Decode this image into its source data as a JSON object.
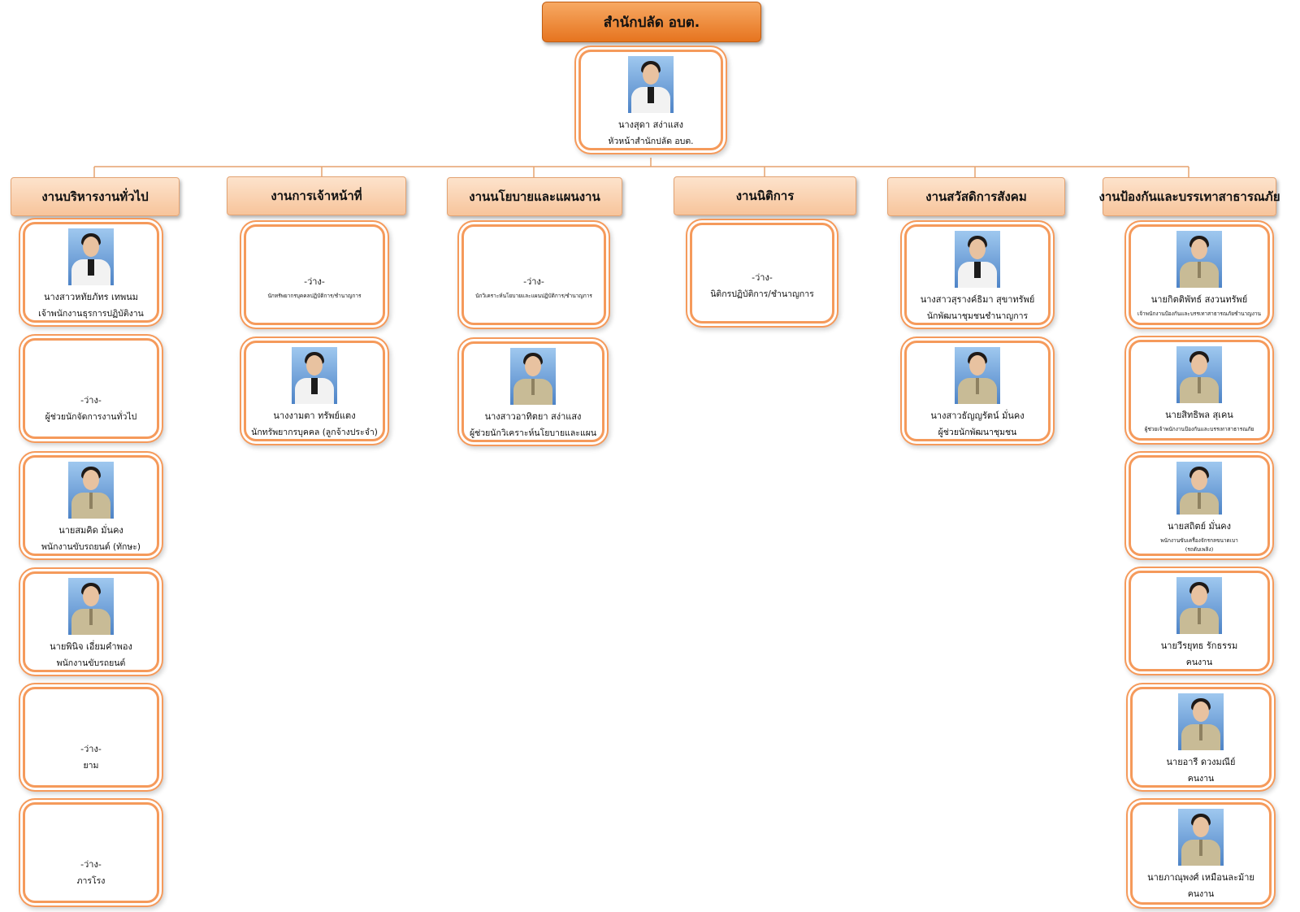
{
  "title": "สำนักปลัด อบต.",
  "head": {
    "name": "นางสุดา สง่าแสง",
    "position": "หัวหน้าสำนักปลัด อบต."
  },
  "departments": [
    {
      "label": "งานบริหารงานทั่วไป",
      "staff": [
        {
          "name": "นางสาวหทัยภัทร เทพนม",
          "position": "เจ้าพนักงานธุรการปฏิบัติงาน"
        },
        {
          "name": "-ว่าง-",
          "position": "ผู้ช่วยนักจัดการงานทั่วไป"
        },
        {
          "name": "นายสมคิด มั่นคง",
          "position": "พนักงานขับรถยนต์ (ทักษะ)"
        },
        {
          "name": "นายพินิจ เอี่ยมคำพอง",
          "position": "พนักงานขับรถยนต์"
        },
        {
          "name": "-ว่าง-",
          "position": "ยาม"
        },
        {
          "name": "-ว่าง-",
          "position": "ภารโรง"
        }
      ]
    },
    {
      "label": "งานการเจ้าหน้าที่",
      "staff": [
        {
          "name": "-ว่าง-",
          "position": "นักทรัพยากรบุคคลปฏิบัติการ/ชำนาญการ"
        },
        {
          "name": "นางงามตา ทรัพย์แตง",
          "position": "นักทรัพยากรบุคคล (ลูกจ้างประจำ)"
        }
      ]
    },
    {
      "label": "งานนโยบายและแผนงาน",
      "staff": [
        {
          "name": "-ว่าง-",
          "position": "นักวิเคราะห์นโยบายและแผนปฏิบัติการ/ชำนาญการ"
        },
        {
          "name": "นางสาวอาทิตยา สง่าแสง",
          "position": "ผู้ช่วยนักวิเคราะห์นโยบายและแผน"
        }
      ]
    },
    {
      "label": "งานนิติการ",
      "staff": [
        {
          "name": "-ว่าง-",
          "position": "นิติกรปฏิบัติการ/ชำนาญการ"
        }
      ]
    },
    {
      "label": "งานสวัสดิการสังคม",
      "staff": [
        {
          "name": "นางสาวสุรางค์ธิมา สุขาทรัพย์",
          "position": "นักพัฒนาชุมชนชำนาญการ"
        },
        {
          "name": "นางสาวธัญญรัตน์ มั่นคง",
          "position": "ผู้ช่วยนักพัฒนาชุมชน"
        }
      ]
    },
    {
      "label": "งานป้องกันและบรรเทาสาธารณภัย",
      "staff": [
        {
          "name": "นายกิตติพัทธ์ สงวนทรัพย์",
          "position": "เจ้าพนักงานป้องกันและบรรเทาสาธารณภัยชำนาญงาน"
        },
        {
          "name": "นายสิทธิพล สุเคน",
          "position": "ผู้ช่วยเจ้าพนักงานป้องกันและบรรเทาสาธารณภัย"
        },
        {
          "name": "นายสถิตย์ มั่นคง",
          "position": "พนักงานขับเครื่องจักรกลขนาดเบา",
          "position2": "(รถดับเพลิง)"
        },
        {
          "name": "นายวีรยุทธ รักธรรม",
          "position": "คนงาน"
        },
        {
          "name": "นายอารี ดวงมณีย์",
          "position": "คนงาน"
        },
        {
          "name": "นายภาณุพงศ์ เหมือนละม้าย",
          "position": "คนงาน"
        }
      ]
    }
  ]
}
